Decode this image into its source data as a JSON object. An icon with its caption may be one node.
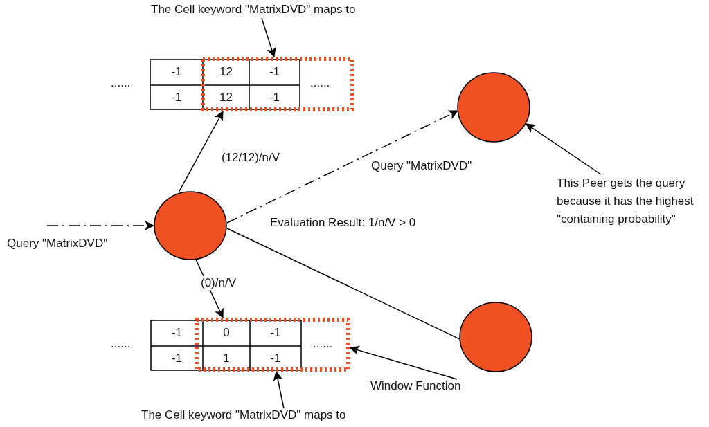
{
  "diagram": {
    "nodes": [
      {
        "text": [],
        "shape": "box"
      },
      {
        "text": [
          "The Cell keyword \"MatrixDVD\" maps to"
        ]
      },
      {
        "text": [],
        "shape": "circle"
      },
      {
        "text": [],
        "shape": "circle"
      },
      {
        "text": [],
        "shape": "circle"
      },
      {
        "text": [
          "This Peer gets the query because it has the highest \"containing probability\""
        ]
      },
      {
        "text": [],
        "shape": "box"
      },
      {
        "text": [
          "The Cell keyword \"MatrixDVD\" maps to"
        ]
      },
      {
        "text": [
          "Window Function"
        ]
      }
    ],
    "edges": [
      {
        "from": null,
        "to": 2,
        "arrow": "to",
        "label": "Query \"MatrixDVD\"",
        "style": "dashed"
      },
      {
        "from": 2,
        "to": 0,
        "arrow": "to",
        "label": "(12/12)/n/V"
      },
      {
        "from": 2,
        "to": 6,
        "arrow": "to",
        "label": "(0)/n/V"
      },
      {
        "from": 2,
        "to": 3,
        "arrow": "to",
        "label": "Query \"MatrixDVD\"",
        "style": "dashed"
      },
      {
        "from": 2,
        "to": 4,
        "arrow": "none"
      },
      {
        "from": 1,
        "to": 0,
        "arrow": "to"
      },
      {
        "from": 5,
        "to": 3,
        "arrow": "to"
      },
      {
        "from": 7,
        "to": 6,
        "arrow": "to"
      },
      {
        "from": 8,
        "to": 6,
        "arrow": "to"
      }
    ],
    "labels": [
      "......",
      "-1",
      "12",
      "-1",
      "-1",
      "12",
      "-1",
      "......",
      "Evaluation Result: 1/n/V > 0",
      "......",
      "-1",
      "0",
      "-1",
      "-1",
      "1",
      "-1",
      "......"
    ]
  }
}
